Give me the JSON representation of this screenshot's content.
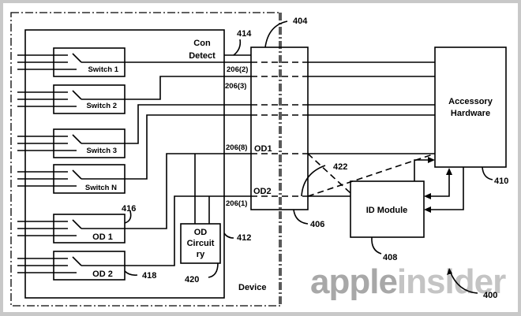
{
  "figure_number": "400",
  "device": {
    "label": "Device",
    "connector_ref": "412",
    "con_detect": {
      "label_line1": "Con",
      "label_line2": "Detect",
      "ref": "414"
    }
  },
  "switches": [
    {
      "label": "Switch 1"
    },
    {
      "label": "Switch 2"
    },
    {
      "label": "Switch 3"
    },
    {
      "label": "Switch N"
    },
    {
      "label": "OD 1",
      "ref": "416"
    },
    {
      "label": "OD 2",
      "ref": "418"
    }
  ],
  "od_circuit": {
    "label_line1": "OD",
    "label_line2": "Circuit",
    "label_line3": "ry",
    "ref": "420"
  },
  "pins": [
    "206(2)",
    "206(3)",
    "206(8)",
    "206(1)"
  ],
  "connector": {
    "ref_top": "404",
    "ref_bottom": "406",
    "od1_label": "OD1",
    "od2_label": "OD2"
  },
  "dashed_ref": "422",
  "id_module": {
    "label": "ID Module",
    "ref": "408"
  },
  "accessory": {
    "label_line1": "Accessory",
    "label_line2": "Hardware",
    "ref": "410"
  },
  "watermark": {
    "part1": "apple",
    "part2": "insider"
  }
}
